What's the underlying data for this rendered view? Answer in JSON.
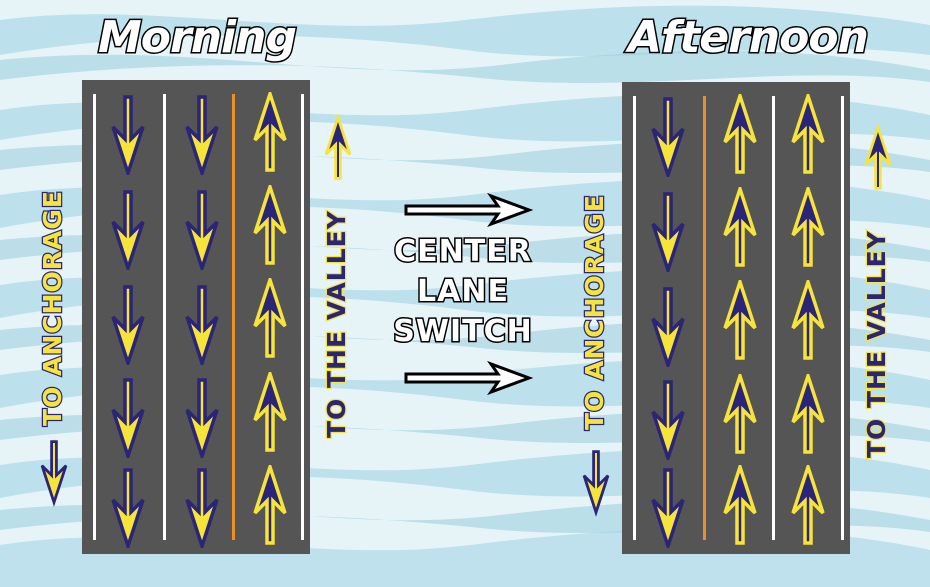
{
  "panels": {
    "morning": {
      "title": "Morning",
      "left_label": "TO ANCHORAGE",
      "right_label": "TO THE VALLEY",
      "lanes": [
        "down",
        "down",
        "up"
      ],
      "median_after_lane": 2
    },
    "afternoon": {
      "title": "Afternoon",
      "left_label": "TO ANCHORAGE",
      "right_label": "TO THE VALLEY",
      "lanes": [
        "down",
        "up",
        "up"
      ],
      "median_after_lane": 1
    }
  },
  "center": {
    "lines": [
      "CENTER",
      "LANE",
      "SWITCH"
    ]
  },
  "colors": {
    "road": "#555556",
    "lane_line": "#ffffff",
    "median_line": "#e8902a",
    "arrow_yellow": "#f7e43a",
    "arrow_navy": "#2a2577",
    "background_light": "#e6f4f8",
    "background_dark": "#a9d6e4"
  }
}
